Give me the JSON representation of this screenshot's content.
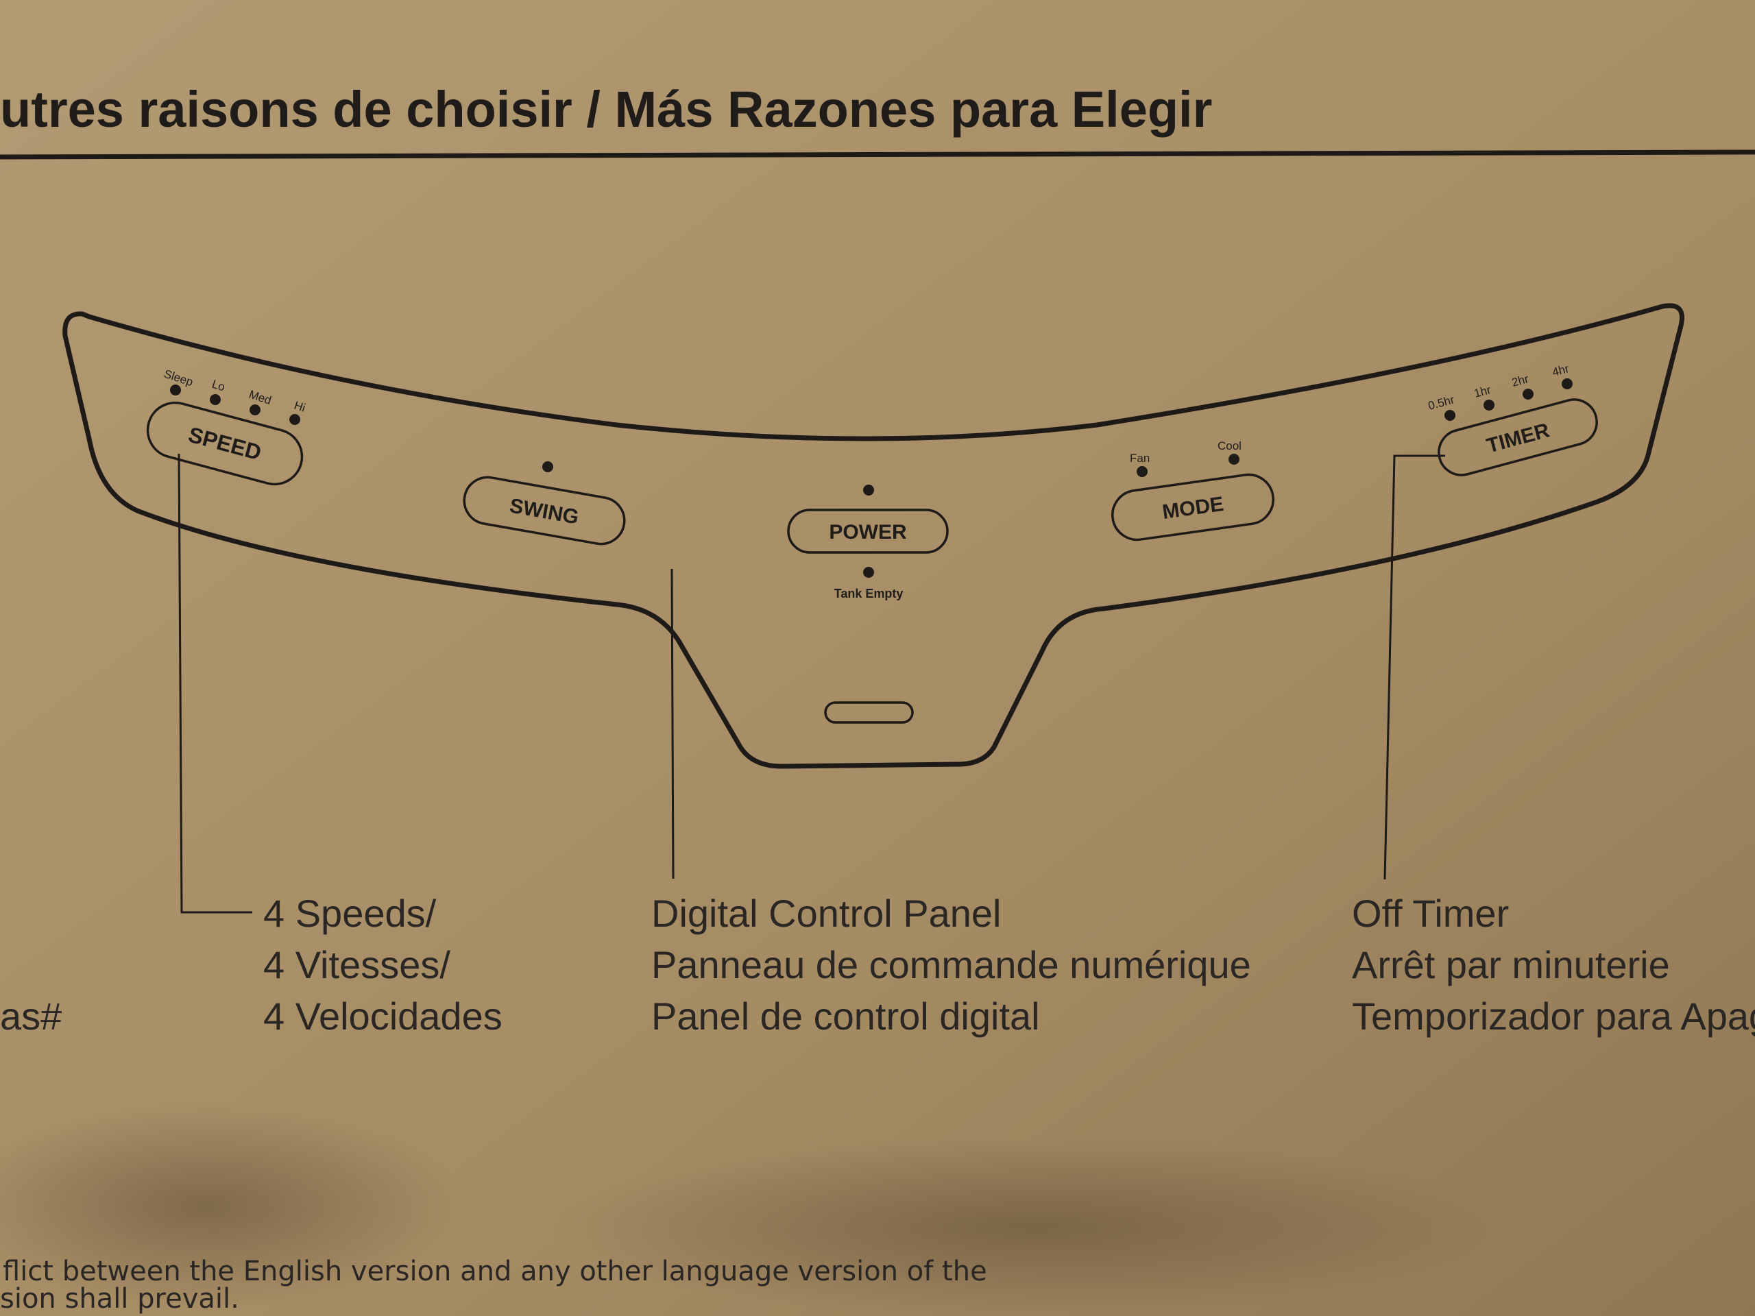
{
  "header": {
    "title": "utres raisons de choisir / Más Razones para Elegir"
  },
  "panel": {
    "speed": {
      "label": "SPEED",
      "indicators": [
        "Sleep",
        "Lo",
        "Med",
        "Hi"
      ]
    },
    "swing": {
      "label": "SWING"
    },
    "power": {
      "label": "POWER",
      "status": "Tank Empty"
    },
    "mode": {
      "label": "MODE",
      "indicators": [
        "Fan",
        "Cool"
      ]
    },
    "timer": {
      "label": "TIMER",
      "indicators": [
        "0.5hr",
        "1hr",
        "2hr",
        "4hr"
      ]
    }
  },
  "callouts": {
    "speeds": [
      "4 Speeds/",
      "4 Vitesses/",
      "4 Velocidades"
    ],
    "panel": [
      "Digital Control Panel",
      "Panneau de commande numérique",
      "Panel de control digital"
    ],
    "timer": [
      "Off Timer",
      "Arrêt par minuterie",
      "Temporizador para Apaga"
    ],
    "left_fragment": "as#"
  },
  "footer": {
    "line1": "flict between the English version and any other language version of the",
    "line2": "sion shall prevail."
  },
  "colors": {
    "cardboard": "#a68c64",
    "ink": "#1d1a18"
  }
}
